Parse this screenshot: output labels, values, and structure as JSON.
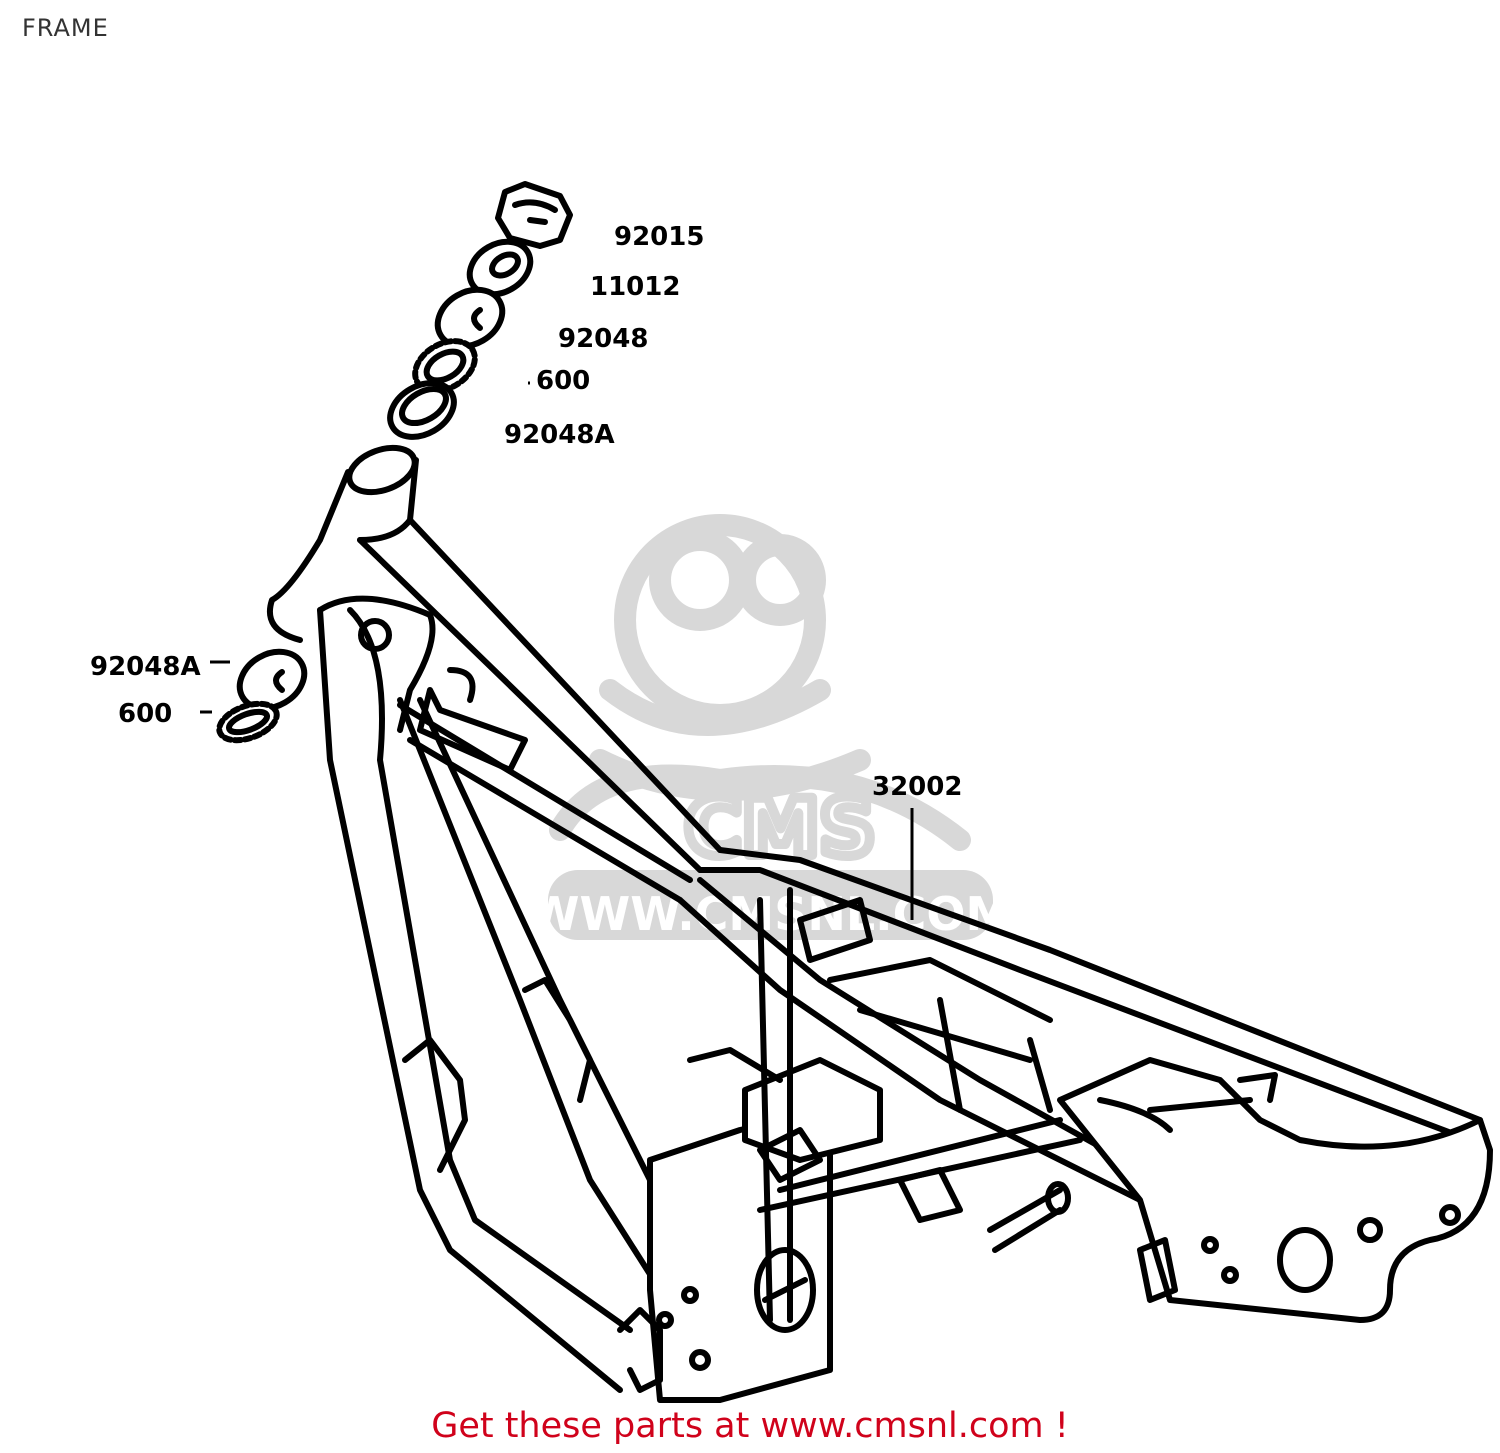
{
  "page": {
    "title": "FRAME"
  },
  "diagram": {
    "labels": {
      "p92015": "92015",
      "p11012": "11012",
      "p92048": "92048",
      "p600_top": "600",
      "p92048A_top": "92048A",
      "p92048A_left": "92048A",
      "p600_left": "600",
      "p32002": "32002"
    },
    "watermark": {
      "logo_text": "CMS",
      "url_text": "WWW.CMSNL.COM",
      "color": "#d8d8d8"
    },
    "line_color": "#000000"
  },
  "footer": {
    "link_text": "Get these parts at www.cmsnl.com !",
    "color": "#d0021b"
  }
}
